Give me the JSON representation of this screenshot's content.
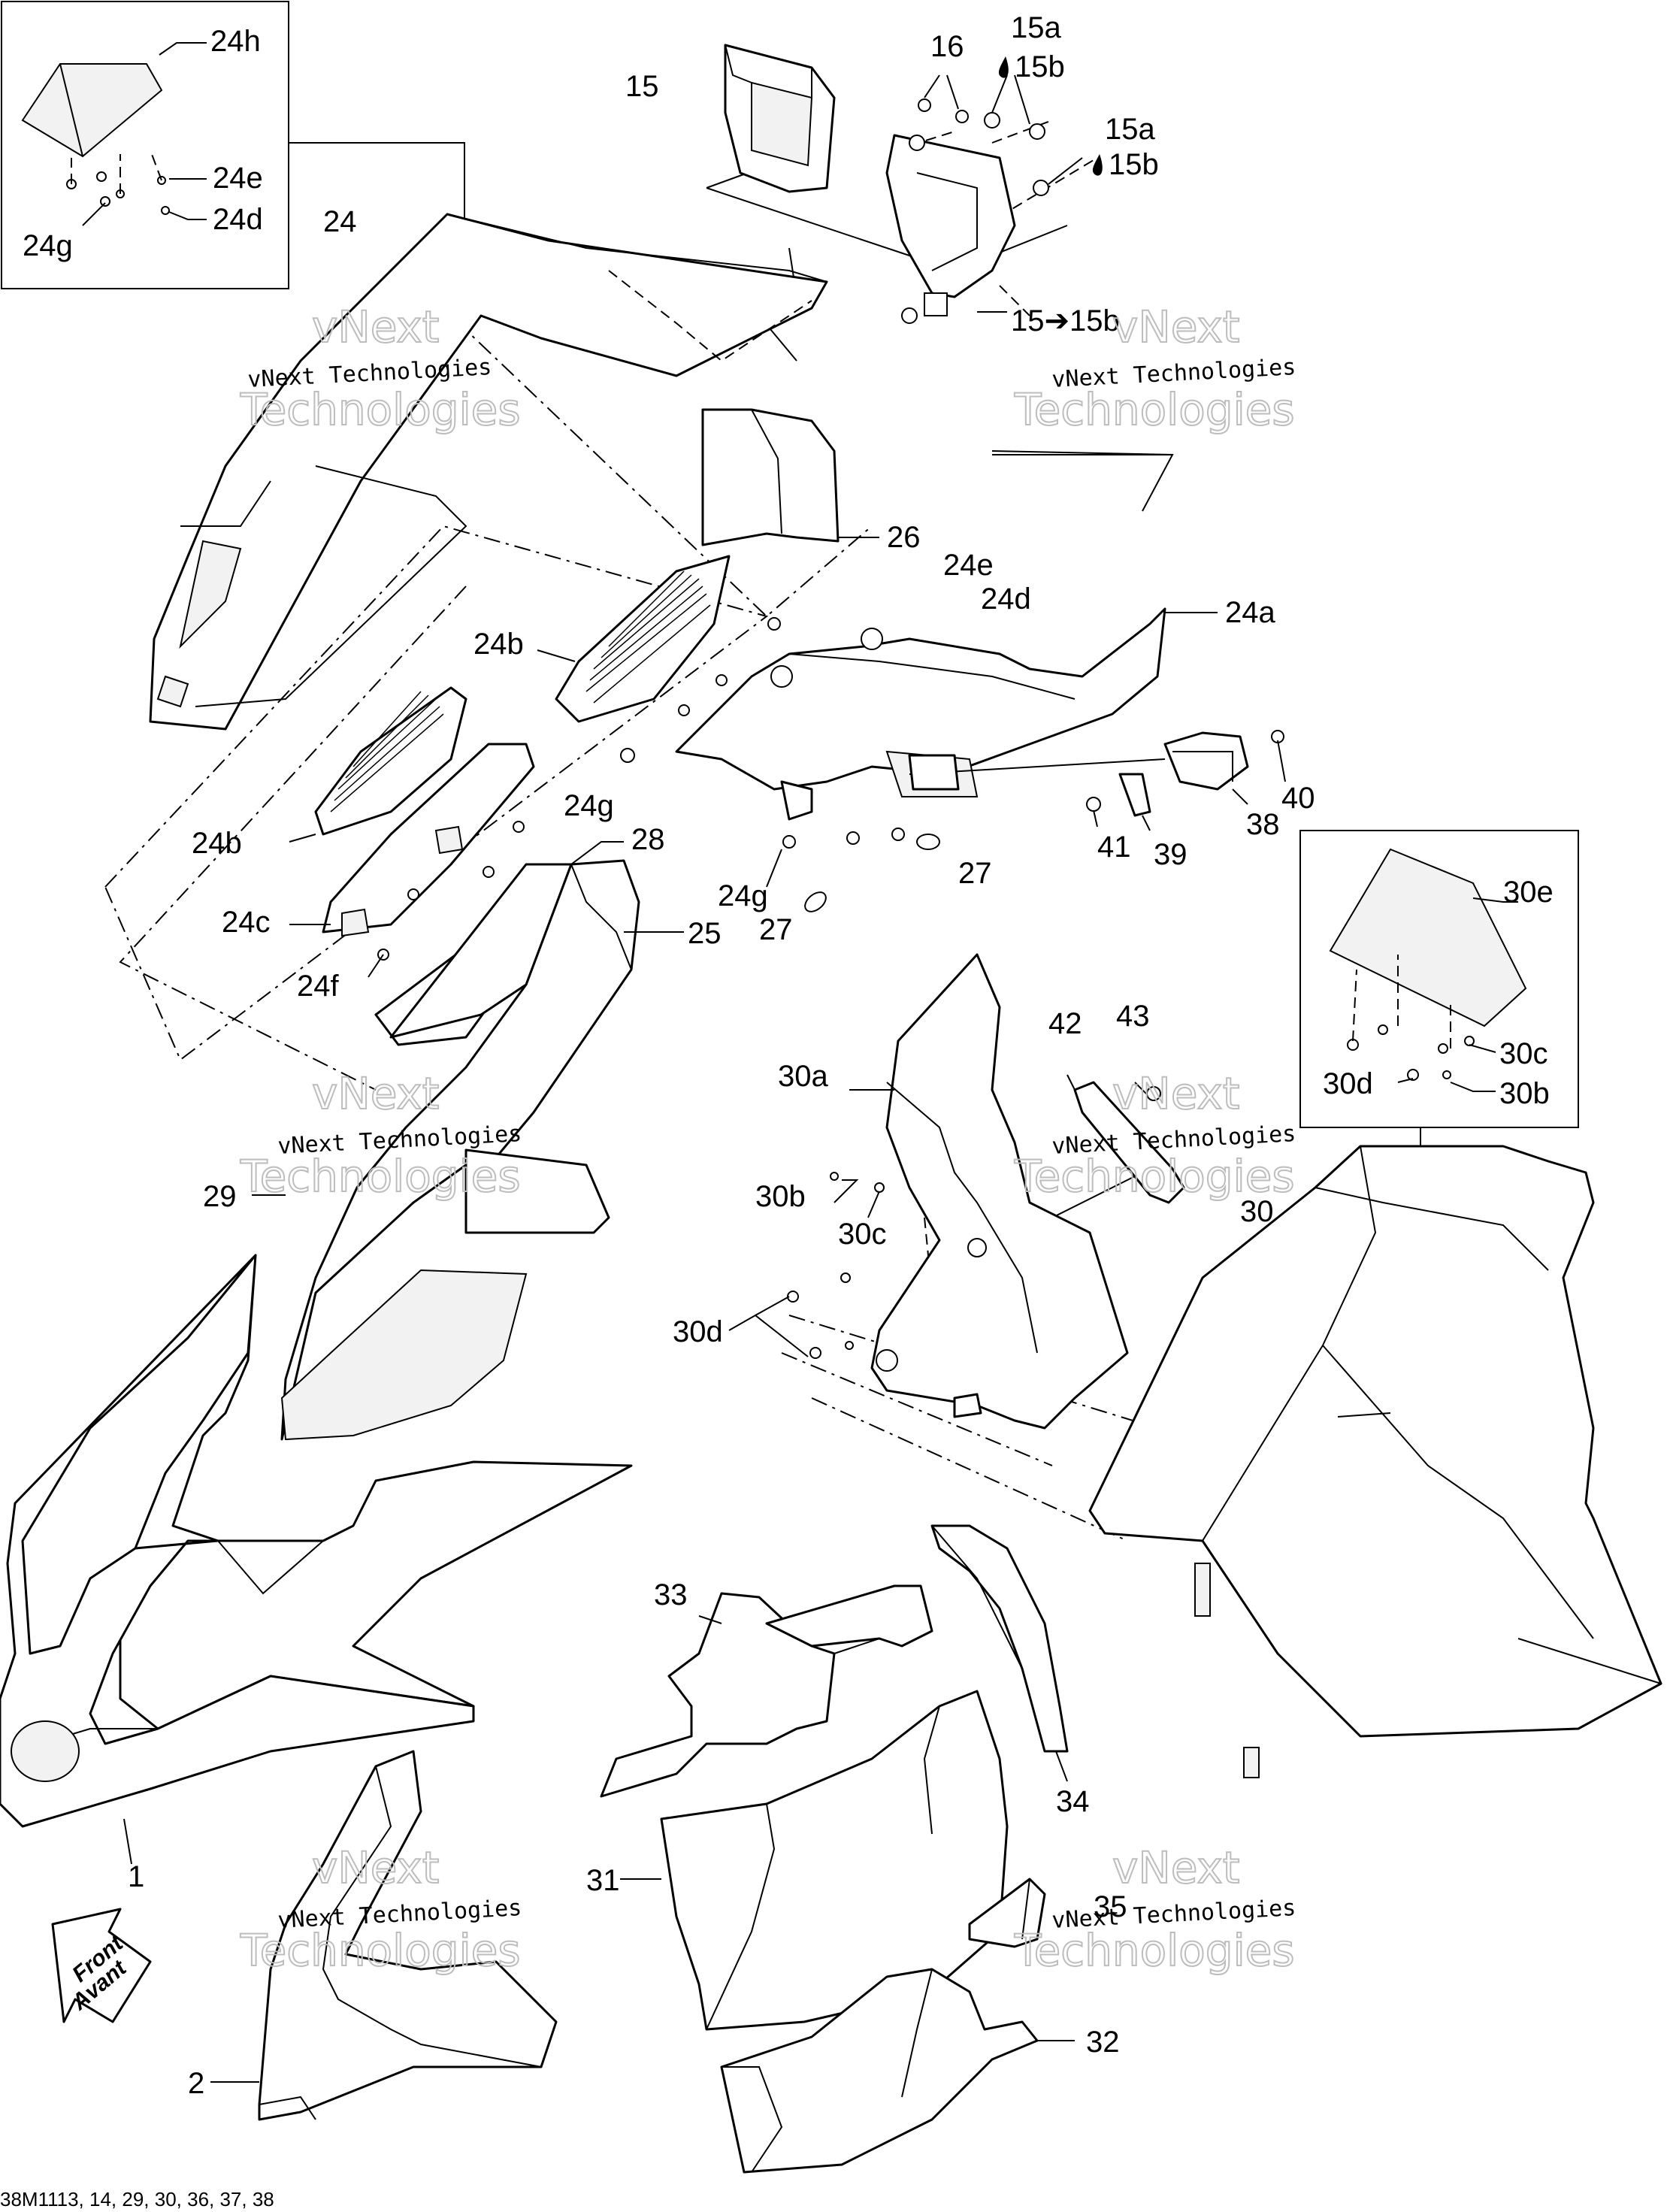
{
  "callouts": {
    "c24h": "24h",
    "c24e_top": "24e",
    "c24d_top": "24d",
    "c24g_top": "24g",
    "c24": "24",
    "c15": "15",
    "c16": "16",
    "c15a_1": "15a",
    "c15b_1": "15b",
    "c15a_2": "15a",
    "c15b_2": "15b",
    "c15to15b": "15➔15b",
    "c26": "26",
    "c24e_mid": "24e",
    "c24d_mid": "24d",
    "c24a": "24a",
    "c24b_1": "24b",
    "c24g_mid": "24g",
    "c24b_2": "24b",
    "c24c": "24c",
    "c24f": "24f",
    "c28": "28",
    "c25": "25",
    "c24g_low": "24g",
    "c27_1": "27",
    "c27_2": "27",
    "c40": "40",
    "c41": "41",
    "c39": "39",
    "c38": "38",
    "c30e": "30e",
    "c30c_box": "30c",
    "c30d_box": "30d",
    "c30b_box": "30b",
    "c42": "42",
    "c43": "43",
    "c30a": "30a",
    "c30b": "30b",
    "c30c": "30c",
    "c30d": "30d",
    "c30": "30",
    "c29": "29",
    "c1": "1",
    "c33": "33",
    "c34": "34",
    "c31": "31",
    "c35": "35",
    "c2": "2",
    "c32": "32"
  },
  "front_arrow": {
    "line1": "Front",
    "line2": "Avant"
  },
  "watermark": {
    "company": "vNext Technologies",
    "word1": "vNext",
    "word2": "Technologies"
  },
  "reference": "38M1113, 14, 29, 30, 36, 37, 38",
  "drop_icon": "drop-icon"
}
